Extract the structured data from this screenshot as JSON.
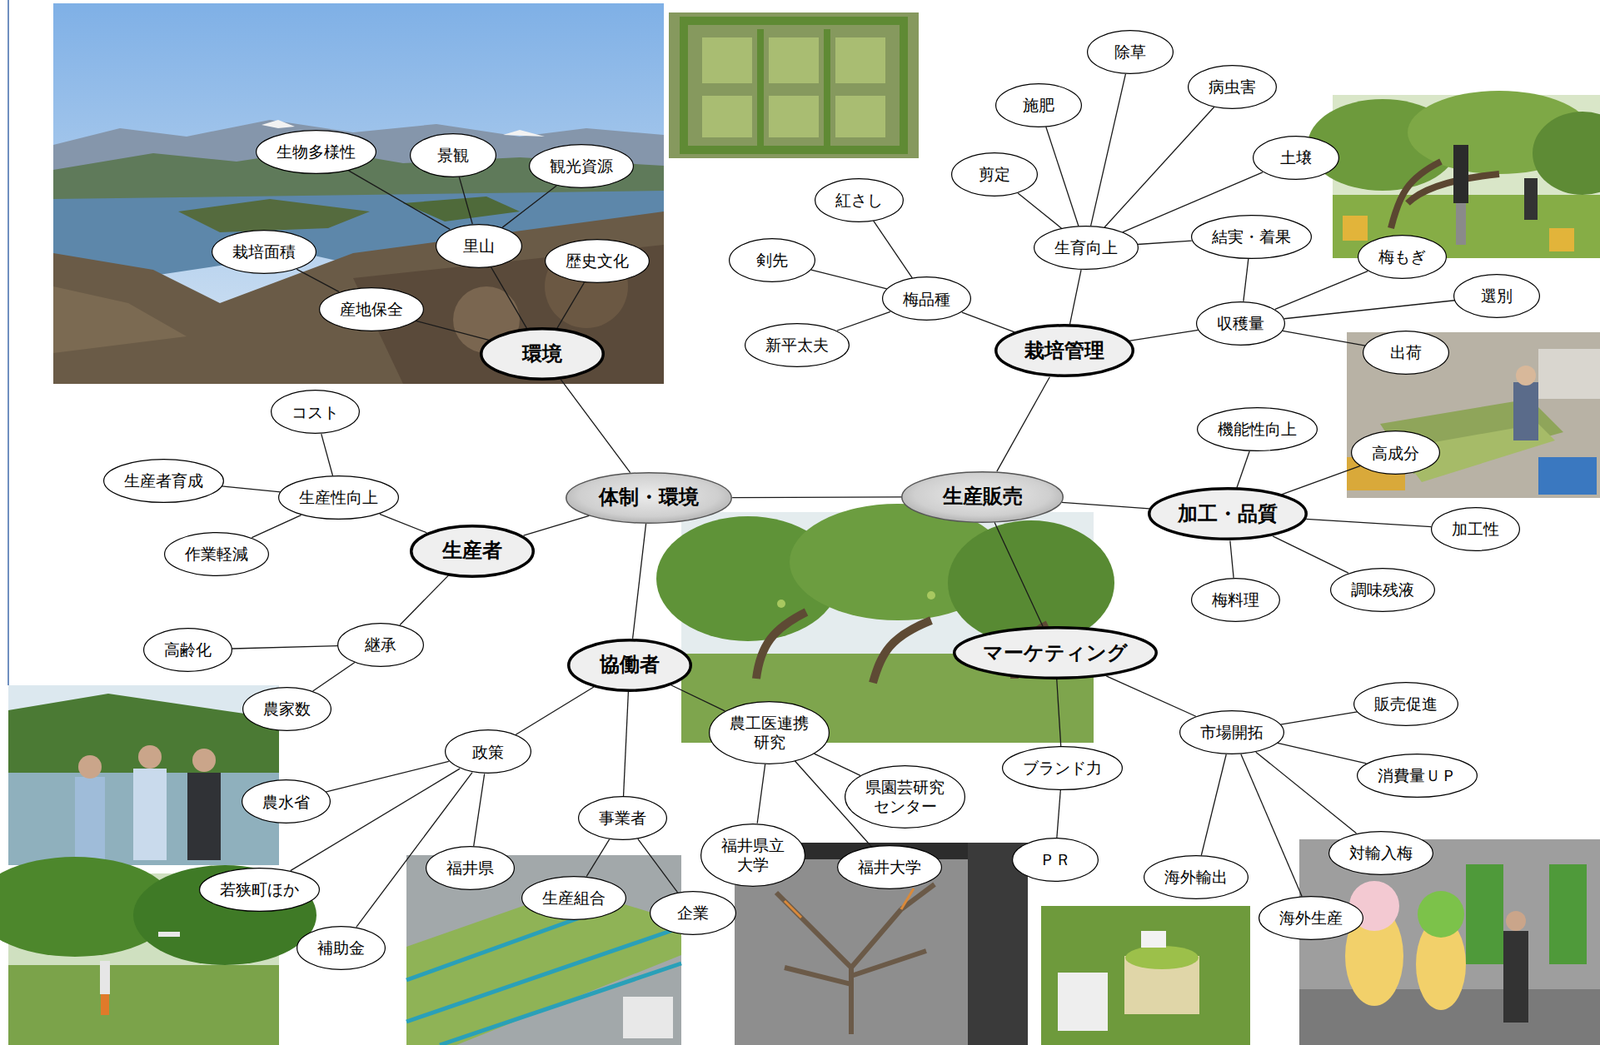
{
  "diagram": {
    "nodes": [
      {
        "text": [
          "体制・環境"
        ]
      },
      {
        "text": [
          "生産販売"
        ]
      },
      {
        "text": [
          "環境"
        ]
      },
      {
        "text": [
          "産地保全"
        ]
      },
      {
        "text": [
          "栽培面積"
        ]
      },
      {
        "text": [
          "里山"
        ]
      },
      {
        "text": [
          "生物多様性"
        ]
      },
      {
        "text": [
          "景観"
        ]
      },
      {
        "text": [
          "観光資源"
        ]
      },
      {
        "text": [
          "歴史文化"
        ]
      },
      {
        "text": [
          "生産者"
        ]
      },
      {
        "text": [
          "生産性向上"
        ]
      },
      {
        "text": [
          "コスト"
        ]
      },
      {
        "text": [
          "生産者育成"
        ]
      },
      {
        "text": [
          "作業軽減"
        ]
      },
      {
        "text": [
          "継承"
        ]
      },
      {
        "text": [
          "高齢化"
        ]
      },
      {
        "text": [
          "農家数"
        ]
      },
      {
        "text": [
          "協働者"
        ]
      },
      {
        "text": [
          "政策"
        ]
      },
      {
        "text": [
          "農水省"
        ]
      },
      {
        "text": [
          "若狭町ほか"
        ]
      },
      {
        "text": [
          "補助金"
        ]
      },
      {
        "text": [
          "福井県"
        ]
      },
      {
        "text": [
          "事業者"
        ]
      },
      {
        "text": [
          "生産組合"
        ]
      },
      {
        "text": [
          "企業"
        ]
      },
      {
        "text": [
          "農工医連携 研究"
        ]
      },
      {
        "text": [
          "福井県立 大学"
        ]
      },
      {
        "text": [
          "福井大学"
        ]
      },
      {
        "text": [
          "県園芸研究 センター"
        ]
      },
      {
        "text": [
          "栽培管理"
        ]
      },
      {
        "text": [
          "梅品種"
        ]
      },
      {
        "text": [
          "紅さし"
        ]
      },
      {
        "text": [
          "剣先"
        ]
      },
      {
        "text": [
          "新平太夫"
        ]
      },
      {
        "text": [
          "生育向上"
        ]
      },
      {
        "text": [
          "剪定"
        ]
      },
      {
        "text": [
          "施肥"
        ]
      },
      {
        "text": [
          "除草"
        ]
      },
      {
        "text": [
          "病虫害"
        ]
      },
      {
        "text": [
          "土壌"
        ]
      },
      {
        "text": [
          "結実・着果"
        ]
      },
      {
        "text": [
          "収穫量"
        ]
      },
      {
        "text": [
          "梅もぎ"
        ]
      },
      {
        "text": [
          "選別"
        ]
      },
      {
        "text": [
          "出荷"
        ]
      },
      {
        "text": [
          "加工・品質"
        ]
      },
      {
        "text": [
          "機能性向上"
        ]
      },
      {
        "text": [
          "高成分"
        ]
      },
      {
        "text": [
          "加工性"
        ]
      },
      {
        "text": [
          "調味残液"
        ]
      },
      {
        "text": [
          "梅料理"
        ]
      },
      {
        "text": [
          "マーケティング"
        ]
      },
      {
        "text": [
          "ブランド力"
        ]
      },
      {
        "text": [
          "ＰＲ"
        ]
      },
      {
        "text": [
          "市場開拓"
        ]
      },
      {
        "text": [
          "販売促進"
        ]
      },
      {
        "text": [
          "消費量ＵＰ"
        ]
      },
      {
        "text": [
          "対輸入梅"
        ]
      },
      {
        "text": [
          "海外生産"
        ]
      },
      {
        "text": [
          "海外輸出"
        ]
      }
    ],
    "edges": [
      {
        "from": 0,
        "to": 1,
        "arrow": "none"
      },
      {
        "from": 0,
        "to": 2,
        "arrow": "none"
      },
      {
        "from": 0,
        "to": 10,
        "arrow": "none"
      },
      {
        "from": 0,
        "to": 18,
        "arrow": "none"
      },
      {
        "from": 1,
        "to": 31,
        "arrow": "none"
      },
      {
        "from": 1,
        "to": 47,
        "arrow": "none"
      },
      {
        "from": 1,
        "to": 53,
        "arrow": "none"
      },
      {
        "from": 2,
        "to": 3,
        "arrow": "none"
      },
      {
        "from": 3,
        "to": 4,
        "arrow": "none"
      },
      {
        "from": 2,
        "to": 5,
        "arrow": "none"
      },
      {
        "from": 5,
        "to": 6,
        "arrow": "none"
      },
      {
        "from": 5,
        "to": 7,
        "arrow": "none"
      },
      {
        "from": 5,
        "to": 8,
        "arrow": "none"
      },
      {
        "from": 2,
        "to": 9,
        "arrow": "none"
      },
      {
        "from": 10,
        "to": 11,
        "arrow": "none"
      },
      {
        "from": 11,
        "to": 12,
        "arrow": "none"
      },
      {
        "from": 11,
        "to": 13,
        "arrow": "none"
      },
      {
        "from": 11,
        "to": 14,
        "arrow": "none"
      },
      {
        "from": 10,
        "to": 15,
        "arrow": "none"
      },
      {
        "from": 15,
        "to": 16,
        "arrow": "none"
      },
      {
        "from": 15,
        "to": 17,
        "arrow": "none"
      },
      {
        "from": 18,
        "to": 19,
        "arrow": "none"
      },
      {
        "from": 19,
        "to": 20,
        "arrow": "none"
      },
      {
        "from": 19,
        "to": 21,
        "arrow": "none"
      },
      {
        "from": 19,
        "to": 22,
        "arrow": "none"
      },
      {
        "from": 19,
        "to": 23,
        "arrow": "none"
      },
      {
        "from": 18,
        "to": 24,
        "arrow": "none"
      },
      {
        "from": 24,
        "to": 25,
        "arrow": "none"
      },
      {
        "from": 24,
        "to": 26,
        "arrow": "none"
      },
      {
        "from": 18,
        "to": 27,
        "arrow": "none"
      },
      {
        "from": 27,
        "to": 28,
        "arrow": "none"
      },
      {
        "from": 27,
        "to": 29,
        "arrow": "none"
      },
      {
        "from": 27,
        "to": 30,
        "arrow": "none"
      },
      {
        "from": 31,
        "to": 32,
        "arrow": "none"
      },
      {
        "from": 32,
        "to": 33,
        "arrow": "none"
      },
      {
        "from": 32,
        "to": 34,
        "arrow": "none"
      },
      {
        "from": 32,
        "to": 35,
        "arrow": "none"
      },
      {
        "from": 31,
        "to": 36,
        "arrow": "none"
      },
      {
        "from": 36,
        "to": 37,
        "arrow": "none"
      },
      {
        "from": 36,
        "to": 38,
        "arrow": "none"
      },
      {
        "from": 36,
        "to": 39,
        "arrow": "none"
      },
      {
        "from": 36,
        "to": 40,
        "arrow": "none"
      },
      {
        "from": 36,
        "to": 41,
        "arrow": "none"
      },
      {
        "from": 36,
        "to": 42,
        "arrow": "none"
      },
      {
        "from": 31,
        "to": 43,
        "arrow": "none"
      },
      {
        "from": 43,
        "to": 42,
        "arrow": "none"
      },
      {
        "from": 43,
        "to": 44,
        "arrow": "none"
      },
      {
        "from": 43,
        "to": 45,
        "arrow": "none"
      },
      {
        "from": 43,
        "to": 46,
        "arrow": "none"
      },
      {
        "from": 47,
        "to": 48,
        "arrow": "none"
      },
      {
        "from": 47,
        "to": 49,
        "arrow": "none"
      },
      {
        "from": 47,
        "to": 50,
        "arrow": "none"
      },
      {
        "from": 47,
        "to": 51,
        "arrow": "none"
      },
      {
        "from": 47,
        "to": 52,
        "arrow": "none"
      },
      {
        "from": 53,
        "to": 54,
        "arrow": "none"
      },
      {
        "from": 54,
        "to": 55,
        "arrow": "none"
      },
      {
        "from": 53,
        "to": 56,
        "arrow": "none"
      },
      {
        "from": 56,
        "to": 57,
        "arrow": "none"
      },
      {
        "from": 56,
        "to": 58,
        "arrow": "none"
      },
      {
        "from": 56,
        "to": 59,
        "arrow": "none"
      },
      {
        "from": 56,
        "to": 60,
        "arrow": "none"
      },
      {
        "from": 56,
        "to": 61,
        "arrow": "none"
      }
    ]
  }
}
